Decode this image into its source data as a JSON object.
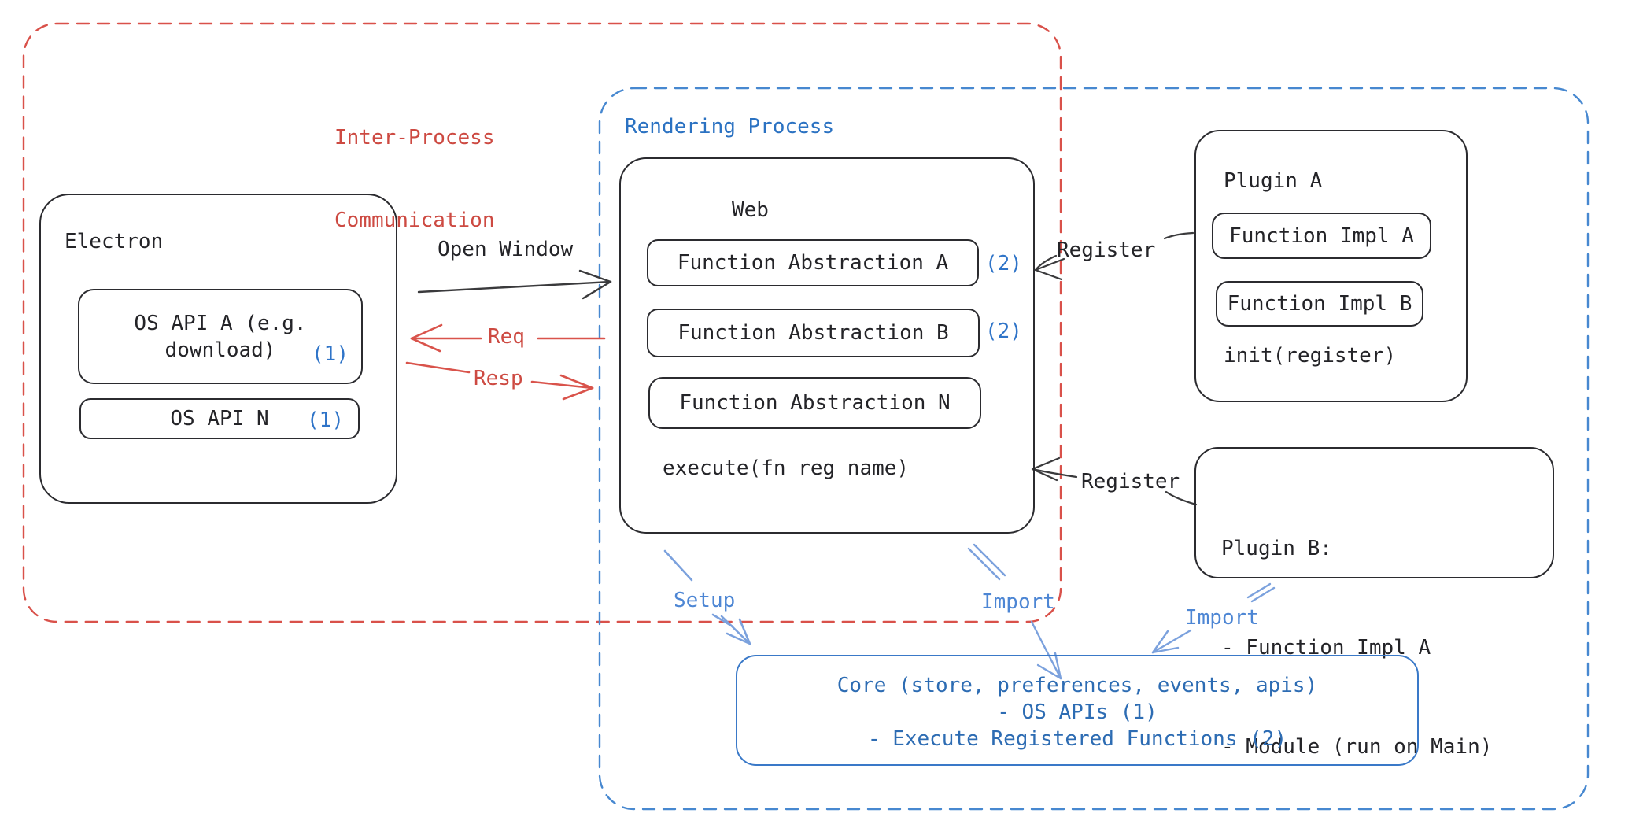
{
  "colors": {
    "red": "#cd4a42",
    "red_dash": "#d9514a",
    "blue_text": "#2b72c2",
    "blue_dash": "#4788d0",
    "badge_blue": "#2f74c8",
    "core_blue": "#2d6cb3",
    "light_blue": "#4d86d4",
    "arrow_light_blue": "#7ba1dd",
    "black": "#242428"
  },
  "ipc_region": {
    "label_line1": "Inter-Process",
    "label_line2": "Communication"
  },
  "rendering_region": {
    "label": "Rendering Process"
  },
  "electron": {
    "title": "Electron",
    "os_api_a_line1": "OS API A (e.g.",
    "os_api_a_line2": "download)",
    "os_api_a_badge": "(1)",
    "os_api_n_label": "OS API N",
    "os_api_n_badge": "(1)"
  },
  "web": {
    "title": "Web",
    "function_abstraction_a": "Function Abstraction A",
    "function_abstraction_a_badge": "(2)",
    "function_abstraction_b": "Function Abstraction B",
    "function_abstraction_b_badge": "(2)",
    "function_abstraction_n": "Function Abstraction N",
    "execute_label": "execute(fn_reg_name)"
  },
  "plugin_a": {
    "title": "Plugin A",
    "function_impl_a": "Function Impl A",
    "function_impl_b": "Function Impl B",
    "init_label": "init(register)"
  },
  "plugin_b": {
    "title": "Plugin B:",
    "item_1": "- Function Impl A",
    "item_2": "- Module (run on Main)"
  },
  "core": {
    "line1": "Core (store, preferences, events, apis)",
    "line2": "- OS APIs (1)",
    "line3": "- Execute Registered Functions (2)"
  },
  "arrows": {
    "open_window": "Open Window",
    "req": "Req",
    "resp": "Resp",
    "register_plugin_a": "Register",
    "register_plugin_b": "Register",
    "setup": "Setup",
    "import_web": "Import",
    "import_plugin_b": "Import"
  }
}
